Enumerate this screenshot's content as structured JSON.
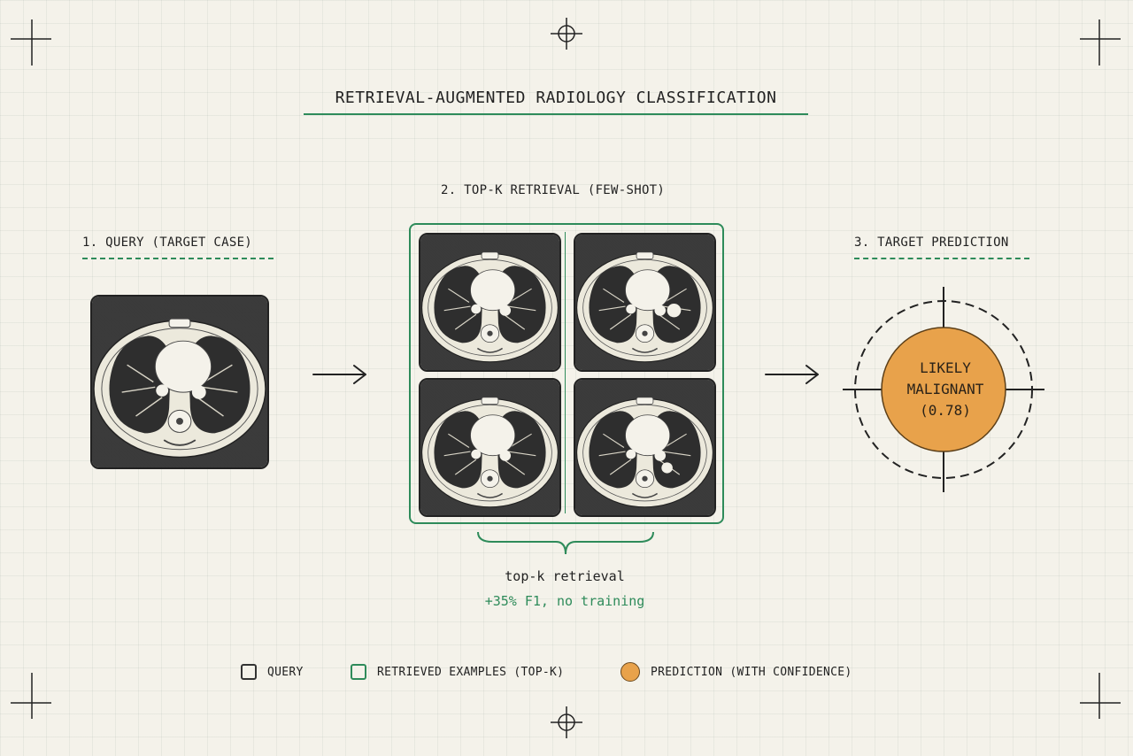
{
  "title": "RETRIEVAL-AUGMENTED RADIOLOGY CLASSIFICATION",
  "steps": {
    "query": "1. QUERY (TARGET CASE)",
    "retrieval": "2. TOP-K RETRIEVAL (FEW-SHOT)",
    "prediction": "3. TARGET PREDICTION"
  },
  "prediction": {
    "line1": "LIKELY",
    "line2": "MALIGNANT",
    "line3": "(0.78)",
    "fill_color": "#e8a24b"
  },
  "retrieval_caption": "top-k retrieval",
  "retrieval_gain": "+35% F1, no training",
  "legend": {
    "query": "QUERY",
    "retrieved": "RETRIEVED EXAMPLES (TOP-K)",
    "prediction": "PREDICTION (WITH CONFIDENCE)"
  },
  "colors": {
    "accent_green": "#2e8b5a",
    "prediction_orange": "#e8a24b",
    "background": "#f4f2ea"
  },
  "icons": [
    "crosshair-icon",
    "arrow-right-icon",
    "ct-scan-image",
    "target-reticle-icon"
  ]
}
